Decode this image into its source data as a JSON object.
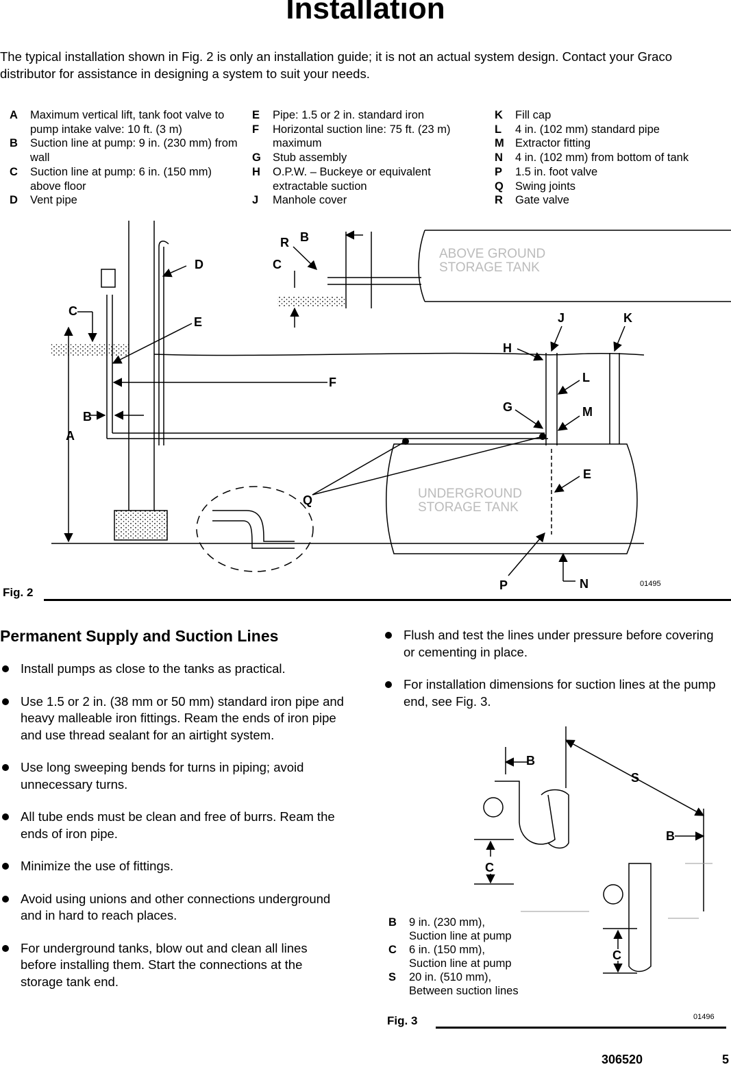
{
  "title": "Installation",
  "intro": "The typical installation shown in Fig. 2 is only an installation guide; it is not an actual system design.  Contact your Graco distributor for assistance in designing a system to suit your needs.",
  "legend_col1": [
    {
      "key": "A",
      "text": "Maximum vertical lift, tank foot valve to pump intake valve: 10 ft. (3 m)"
    },
    {
      "key": "B",
      "text": "Suction line at pump: 9 in. (230 mm) from wall"
    },
    {
      "key": "C",
      "text": "Suction line at pump: 6 in. (150 mm) above floor"
    },
    {
      "key": "D",
      "text": "Vent pipe"
    }
  ],
  "legend_col2": [
    {
      "key": "E",
      "text": "Pipe: 1.5 or 2 in. standard iron"
    },
    {
      "key": "F",
      "text": "Horizontal suction line: 75 ft. (23 m) maximum"
    },
    {
      "key": "G",
      "text": "Stub assembly"
    },
    {
      "key": "H",
      "text": "O.P.W. – Buckeye or equivalent extractable suction"
    },
    {
      "key": "J",
      "text": "Manhole cover"
    }
  ],
  "legend_col3": [
    {
      "key": "K",
      "text": "Fill cap"
    },
    {
      "key": "L",
      "text": "4 in. (102 mm) standard pipe"
    },
    {
      "key": "M",
      "text": "Extractor fitting"
    },
    {
      "key": "N",
      "text": "4 in. (102 mm) from bottom of tank"
    },
    {
      "key": "P",
      "text": "1.5 in. foot valve"
    },
    {
      "key": "Q",
      "text": "Swing joints"
    },
    {
      "key": "R",
      "text": "Gate valve"
    }
  ],
  "fig2": {
    "caption": "Fig. 2",
    "number": "01495",
    "above_tank_line1": "ABOVE GROUND",
    "above_tank_line2": "STORAGE TANK",
    "under_tank_line1": "UNDERGROUND",
    "under_tank_line2": "STORAGE TANK",
    "letters": {
      "A": "A",
      "B": "B",
      "C": "C",
      "D": "D",
      "E": "E",
      "F": "F",
      "G": "G",
      "H": "H",
      "J": "J",
      "K": "K",
      "L": "L",
      "M": "M",
      "N": "N",
      "P": "P",
      "Q": "Q",
      "R": "R"
    }
  },
  "section_title": "Permanent Supply and Suction Lines",
  "bullets_left": [
    "Install pumps as close to the tanks as practical.",
    "Use 1.5 or 2 in. (38 mm or 50 mm) standard iron pipe and heavy malleable iron fittings. Ream the ends of iron pipe and use thread sealant for an airtight system.",
    "Use long sweeping bends for turns in piping; avoid unnecessary turns.",
    "All tube ends must be clean and free of burrs. Ream the ends of iron pipe.",
    "Minimize the use of fittings.",
    "Avoid using unions and other connections underground and in hard to reach places.",
    "For underground tanks, blow out and clean all lines before installing them. Start the connections at the storage tank end."
  ],
  "bullets_right": [
    "Flush and test the lines under pressure before covering or cementing in place.",
    "For installation dimensions for suction lines at the pump end, see Fig. 3."
  ],
  "fig3": {
    "caption": "Fig. 3",
    "number": "01496",
    "letters": {
      "B": "B",
      "C": "C",
      "S": "S"
    },
    "legend": [
      {
        "key": "B",
        "line1": "9 in. (230 mm),",
        "line2": "Suction line at pump"
      },
      {
        "key": "C",
        "line1": "6 in. (150 mm),",
        "line2": "Suction line at pump"
      },
      {
        "key": "S",
        "line1": "20 in. (510 mm),",
        "line2": "Between suction lines"
      }
    ]
  },
  "footer": {
    "doc_number": "306520",
    "page": "5"
  }
}
